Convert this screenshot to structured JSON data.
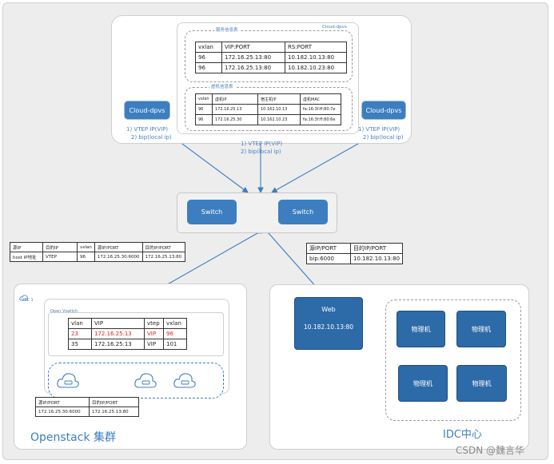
{
  "cloud_dpvs_label": "Cloud-dpvs",
  "service_title": "服务信息表",
  "vm_title": "虚机信息表",
  "service_table": {
    "header": [
      "vxlan",
      "VIP:PORT",
      "RS:PORT"
    ],
    "rows": [
      [
        "96",
        "172.16.25.13:80",
        "10.182.10.13:80"
      ],
      [
        "96",
        "172.16.25.13:80",
        "10.182.10.23:80"
      ]
    ]
  },
  "vm_table": {
    "header": [
      "vxlan",
      "虚机IP",
      "宿主机IP",
      "虚机MAC"
    ],
    "rows": [
      [
        "96",
        "172.16.25.13",
        "10.162.10.13",
        "fa:16:3f:ff:80:7e"
      ],
      [
        "96",
        "172.16.25.30",
        "10.162.10.23",
        "fa:16:3f:ff:80:6e"
      ]
    ]
  },
  "dpvs_left": {
    "label": "Cloud-dpvs",
    "line1": "1) VTEP IP(VIP)",
    "line2": "2) bip(local ip)"
  },
  "dpvs_right": {
    "label": "Cloud-dpvs",
    "line1": "1) VTEP IP(VIP)",
    "line2": "2) bip(local ip)"
  },
  "center_note": {
    "line1": "1) VTEP IP(VIP)",
    "line2": "2) bip(local ip)"
  },
  "switch_left": "Switch",
  "switch_right": "Switch",
  "packet_left": {
    "header": [
      "源IP",
      "目的IP",
      "vxlan",
      "源IP/PORT",
      "目的IP/PORT"
    ],
    "row": [
      "host IP地址",
      "VTEP",
      "96",
      "172.16.25.30:6000",
      "172.16.25.13:80"
    ]
  },
  "packet_right": {
    "header": [
      "源IP/PORT",
      "目的IP/PORT"
    ],
    "row": [
      "bip:6000",
      "10.182.10.13:80"
    ]
  },
  "vpc_label": "VPC 1",
  "vswitch_label": "Open Vswitch",
  "vswitch_table": {
    "header": [
      "vlan",
      "VIP",
      "vtep",
      "vxlan"
    ],
    "rows": [
      [
        "23",
        "172.16.25.13",
        "VIP",
        "96"
      ],
      [
        "35",
        "172.16.25.13",
        "VIP",
        "101"
      ]
    ]
  },
  "vm_packet": {
    "header": [
      "源IP/PORT",
      "目的IP/PORT"
    ],
    "row": [
      "172.16.25.30:6000",
      "172.16.25.13:80"
    ]
  },
  "openstack_label": "Openstack 集群",
  "web": {
    "title": "Web",
    "addr": "10.182.10.13:80"
  },
  "physical": [
    "物理机",
    "物理机",
    "物理机",
    "物理机"
  ],
  "idc_label": "IDC中心",
  "watermark": "CSDN @魏言华",
  "colors": {
    "accent": "#3c7ec0",
    "dark_blue": "#2d6aa8",
    "red": "#e0201b"
  }
}
